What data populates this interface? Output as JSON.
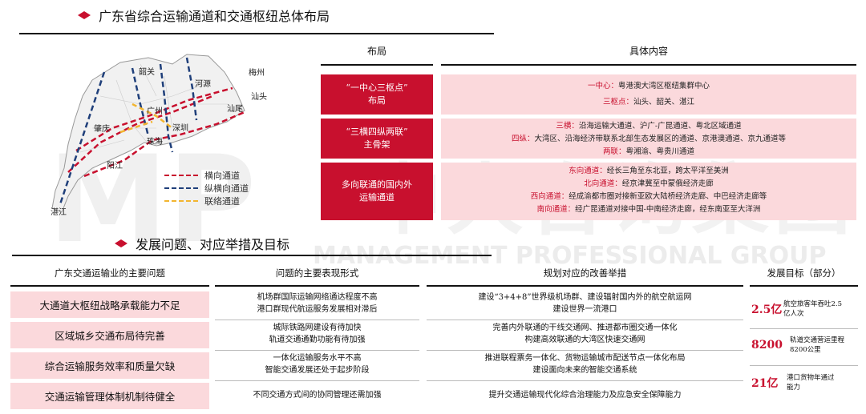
{
  "section1": {
    "title": "广东省综合运输通道和交通枢纽总体布局"
  },
  "layout_table": {
    "col1_header": "布局",
    "col2_header": "具体内容",
    "rows": [
      {
        "label": "“一中心三枢点”\n布局",
        "lines": [
          {
            "key": "一中心：",
            "text": "粤港澳大湾区枢纽集群中心"
          },
          {
            "key": "三枢点：",
            "text": "汕头、韶关、湛江"
          }
        ]
      },
      {
        "label": "“三横四纵两联”\n主骨架",
        "lines": [
          {
            "key": "三横：",
            "text": "沿海运输大通道、沪广-广昆通道、粤北区域通道"
          },
          {
            "key": "四纵：",
            "text": "大湾区、沿海经济带联系北部生态发展区的通道、京港澳通道、京九通道等"
          },
          {
            "key": "两联：",
            "text": "粤湘渝、粤贵川通道"
          }
        ]
      },
      {
        "label": "多向联通的国内外\n运输通道",
        "lines": [
          {
            "key": "东向通道：",
            "text": "经长三角至东北亚，跨太平洋至美洲"
          },
          {
            "key": "北向通道：",
            "text": "经京津冀至中蒙俄经济走廊"
          },
          {
            "key": "西向通道：",
            "text": "经成渝都市圈对接新亚欧大陆桥经济走廊、中巴经济走廊等"
          },
          {
            "key": "南向通道：",
            "text": "经广昆通道对接中国-中南经济走廊，经东南亚至大洋洲"
          }
        ]
      }
    ]
  },
  "map": {
    "cities": [
      "韶关",
      "河源",
      "梅州",
      "广州",
      "汕尾",
      "汕头",
      "肇庆",
      "深圳",
      "珠海",
      "阳江",
      "湛江"
    ],
    "legend": [
      {
        "label": "横向通道",
        "color": "#c8102e"
      },
      {
        "label": "纵横向通道",
        "color": "#1f3f7a"
      },
      {
        "label": "联络通道",
        "color": "#f2b530"
      }
    ]
  },
  "section2": {
    "title": "发展问题、对应举措及目标"
  },
  "issues_table": {
    "headers": [
      "广东交通运输业的主要问题",
      "问题的主要表现形式",
      "规划对应的改善举措",
      "发展目标（部分）"
    ],
    "rows": [
      {
        "problem": "大通道大枢纽战略承载能力不足",
        "forms": [
          "机场群国际运输网络通达程度不高",
          "港口群现代航运服务发展相对滞后"
        ],
        "measures": [
          "建设“3+4+8”世界级机场群、建设辐射国内外的航空航运网",
          "建设世界一流港口"
        ]
      },
      {
        "problem": "区域城乡交通布局待完善",
        "forms": [
          "城际铁路网建设有待加快",
          "轨道交通通勤功能有待加强"
        ],
        "measures": [
          "完善内外联通的干线交通网、推进都市圈交通一体化",
          "构建高效联通的大湾区快速交通网"
        ]
      },
      {
        "problem": "综合运输服务效率和质量欠缺",
        "forms": [
          "一体化运输服务水平不高",
          "智能交通发展还处于起步阶段"
        ],
        "measures": [
          "推进联程票务一体化、货物运输城市配送节点一体化布局",
          "建设面向未来的智能交通系统"
        ]
      },
      {
        "problem": "交通运输管理体制机制待健全",
        "forms": [
          "不同交通方式间的协同管理还需加强"
        ],
        "measures": [
          "提升交通运输现代化综合治理能力及应急安全保障能力"
        ]
      }
    ],
    "goals": [
      {
        "num": "2.5亿",
        "text": "航空旅客年吞吐2.5亿人次"
      },
      {
        "num": "8200",
        "text": "轨道交通营运里程8200公里"
      },
      {
        "num": "21亿",
        "text": "港口货物年通过能力"
      }
    ]
  },
  "watermark": {
    "logo": "MP",
    "cn": "中大咨询集团",
    "en": "MANAGEMENT PROFESSIONAL GROUP"
  }
}
